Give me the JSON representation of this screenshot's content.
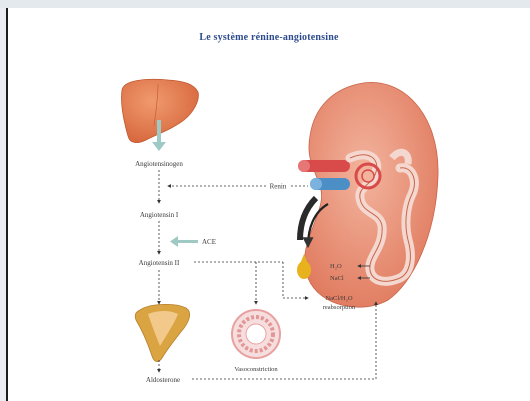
{
  "title": "Le système rénine-angiotensine",
  "labels": {
    "angiotensinogen": "Angiotensinogen",
    "renin": "Renin",
    "angiotensin1": "Angiotensin I",
    "ace": "ACE",
    "angiotensin2": "Angiotensin II",
    "h2o": "H₂O",
    "nacl": "NaCl",
    "reabsorption_line1": "NaCl/H₂O",
    "reabsorption_line2": "reabsorption",
    "vasoconstriction": "Vasoconstriction",
    "aldosterone": "Aldosterone"
  },
  "colors": {
    "title": "#2c4a8c",
    "liver": "#e07a4e",
    "kidney": "#e8937a",
    "arrow_teal": "#9fc9c4",
    "adrenal": "#d9a441",
    "vessel_red": "#d94a4a",
    "vessel_blue": "#4c8fc7",
    "urine": "#e8b21d"
  },
  "icons": [
    "liver-icon",
    "kidney-icon",
    "adrenal-gland-icon",
    "blood-vessel-icon"
  ]
}
